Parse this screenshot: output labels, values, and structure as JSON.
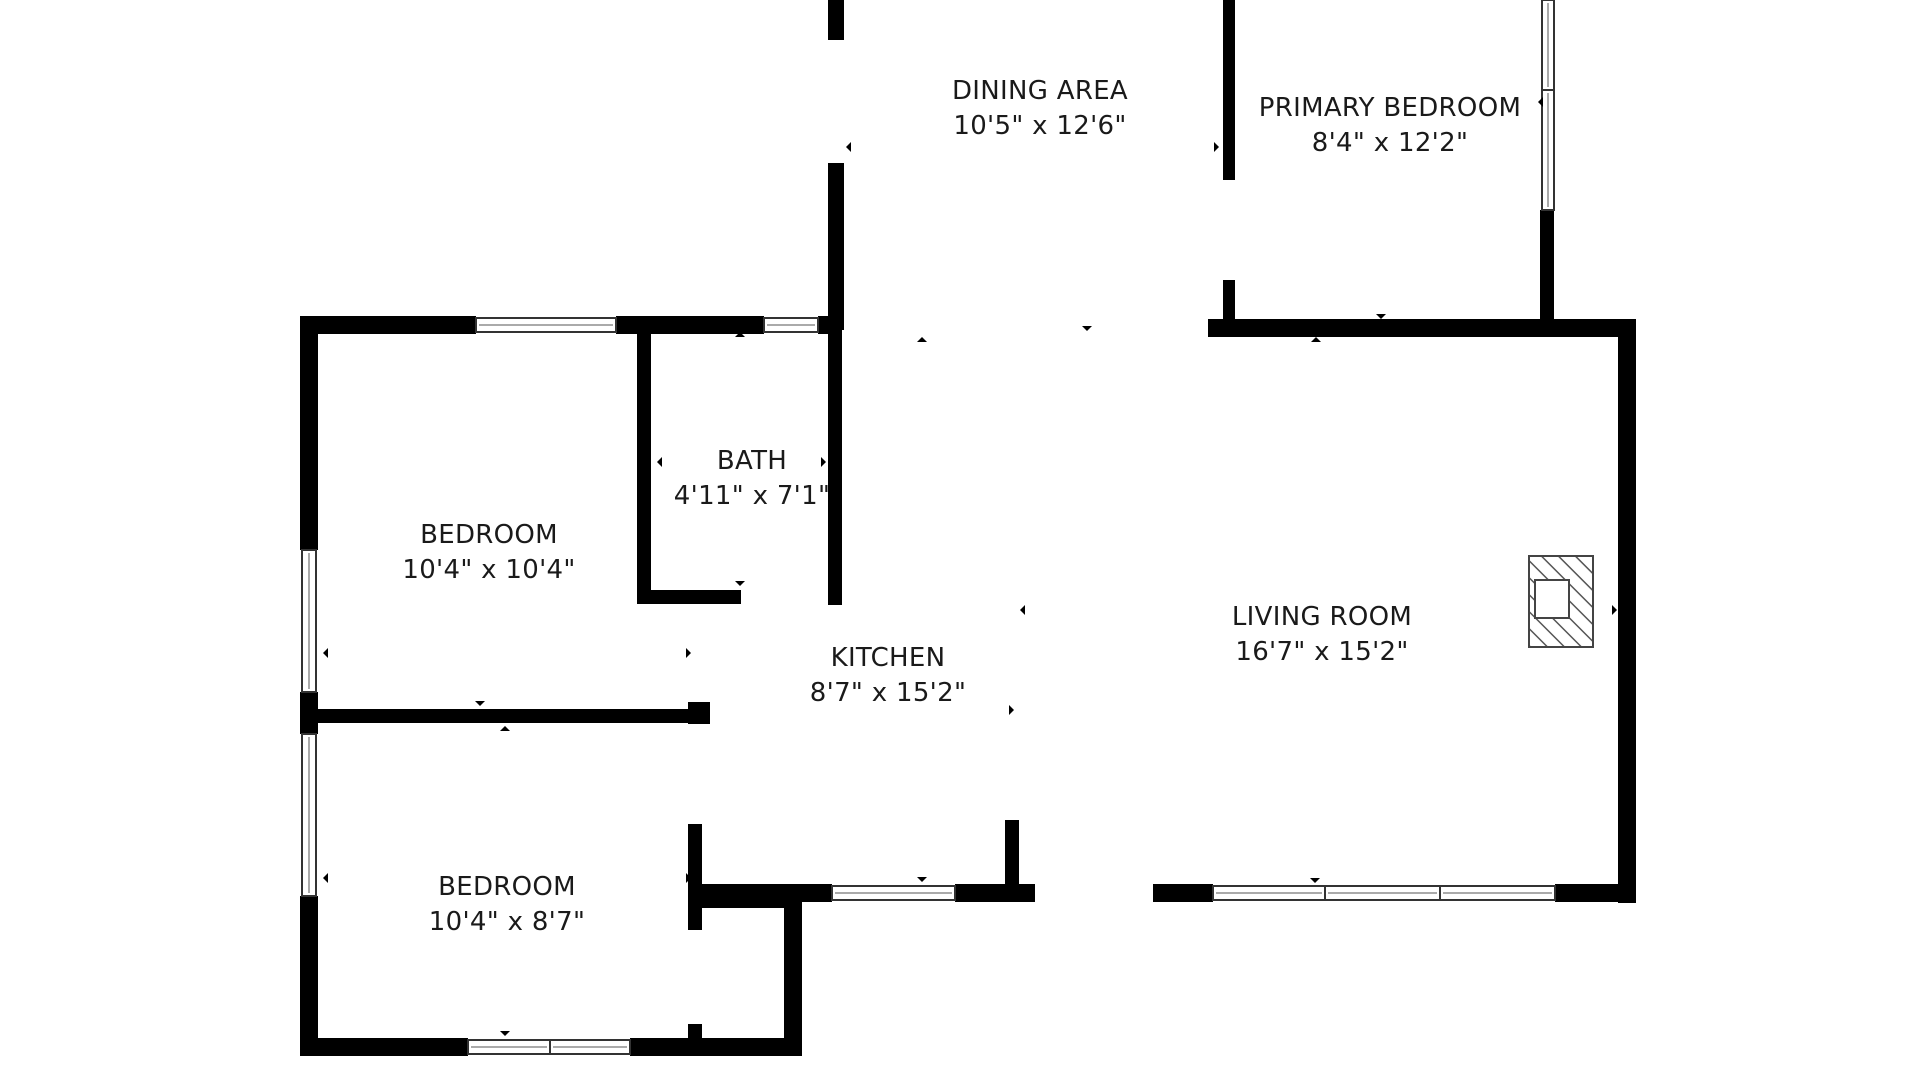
{
  "colors": {
    "wall": "#000000",
    "window": "#aaaaaa",
    "background": "#ffffff",
    "text": "#1a1a1a"
  },
  "rooms": {
    "dining_area": {
      "name": "DINING AREA",
      "dims": "10'5\" x 12'6\""
    },
    "primary_bedroom": {
      "name": "PRIMARY BEDROOM",
      "dims": "8'4\" x 12'2\""
    },
    "bath": {
      "name": "BATH",
      "dims": "4'11\" x 7'1\""
    },
    "bedroom_1": {
      "name": "BEDROOM",
      "dims": "10'4\" x 10'4\""
    },
    "kitchen": {
      "name": "KITCHEN",
      "dims": "8'7\" x 15'2\""
    },
    "living_room": {
      "name": "LIVING ROOM",
      "dims": "16'7\" x 15'2\""
    },
    "bedroom_2": {
      "name": "BEDROOM",
      "dims": "10'4\" x 8'7\""
    }
  },
  "icons": {
    "fireplace": "fireplace-icon",
    "door_marker": "triangle-marker-icon",
    "window": "window-icon"
  }
}
